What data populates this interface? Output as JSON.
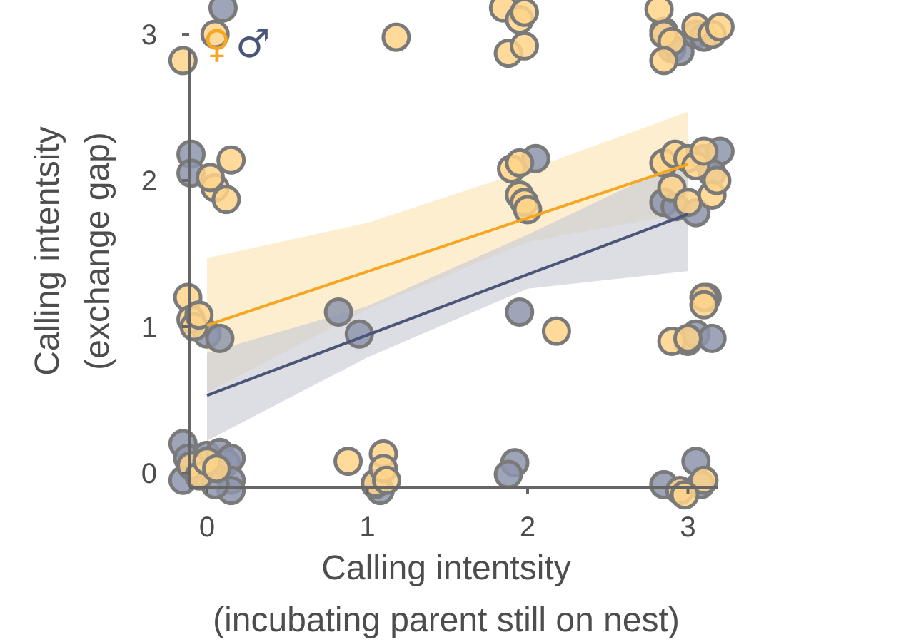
{
  "chart_data": {
    "type": "scatter",
    "x_label_lines": [
      "Calling intentsity",
      "(incubating parent still on nest)"
    ],
    "y_label_lines": [
      "Calling intentsity",
      "(exchange gap)"
    ],
    "x_ticks": [
      "0",
      "1",
      "2",
      "3"
    ],
    "y_ticks": [
      "0",
      "1",
      "2",
      "3"
    ],
    "xlim": [
      -0.2,
      3.3
    ],
    "ylim": [
      -0.2,
      3.2
    ],
    "legend_placement": "top-left",
    "colors": {
      "female": "#f5a623",
      "male": "#4a5578",
      "point_stroke": "#7a7a7a",
      "axis": "#666666"
    },
    "series": [
      {
        "name": "♀",
        "color": "#f5a623",
        "fit": {
          "x": [
            0,
            3
          ],
          "y": [
            1.01,
            2.11
          ]
        },
        "band": {
          "x": [
            0,
            1,
            2,
            3
          ],
          "lower": [
            0.55,
            1.12,
            1.58,
            1.78
          ],
          "upper": [
            1.47,
            1.71,
            2.07,
            2.47
          ]
        },
        "points": [
          [
            -0.15,
            2.82
          ],
          [
            -0.12,
            1.2
          ],
          [
            -0.1,
            1.05
          ],
          [
            -0.08,
            1.0
          ],
          [
            -0.05,
            1.08
          ],
          [
            -0.1,
            0.05
          ],
          [
            -0.05,
            -0.02
          ],
          [
            0.0,
            0.08
          ],
          [
            0.05,
            1.95
          ],
          [
            0.02,
            2.02
          ],
          [
            0.12,
            1.87
          ],
          [
            0.15,
            2.14
          ],
          [
            0.05,
            3.0
          ],
          [
            0.06,
            0.03
          ],
          [
            1.18,
            2.98
          ],
          [
            0.88,
            0.08
          ],
          [
            1.05,
            -0.07
          ],
          [
            1.1,
            0.13
          ],
          [
            1.1,
            0.03
          ],
          [
            1.12,
            -0.05
          ],
          [
            1.85,
            3.18
          ],
          [
            1.95,
            3.1
          ],
          [
            1.98,
            3.15
          ],
          [
            1.88,
            2.87
          ],
          [
            1.98,
            2.92
          ],
          [
            1.9,
            2.08
          ],
          [
            1.95,
            2.12
          ],
          [
            1.95,
            1.9
          ],
          [
            1.98,
            1.85
          ],
          [
            2.0,
            1.8
          ],
          [
            2.18,
            0.97
          ],
          [
            2.82,
            3.17
          ],
          [
            2.85,
            3.0
          ],
          [
            2.9,
            2.95
          ],
          [
            2.85,
            2.82
          ],
          [
            3.05,
            3.05
          ],
          [
            3.15,
            3.0
          ],
          [
            3.2,
            3.05
          ],
          [
            2.85,
            2.12
          ],
          [
            2.92,
            2.18
          ],
          [
            3.0,
            2.15
          ],
          [
            3.05,
            2.1
          ],
          [
            2.9,
            1.95
          ],
          [
            3.0,
            1.85
          ],
          [
            3.15,
            1.9
          ],
          [
            3.18,
            2.0
          ],
          [
            3.1,
            2.2
          ],
          [
            3.1,
            1.2
          ],
          [
            3.1,
            1.15
          ],
          [
            2.9,
            0.9
          ],
          [
            3.0,
            0.92
          ],
          [
            3.1,
            -0.05
          ],
          [
            2.95,
            -0.12
          ],
          [
            2.98,
            -0.15
          ]
        ]
      },
      {
        "name": "♂",
        "color": "#4a5578",
        "fit": {
          "x": [
            0,
            3
          ],
          "y": [
            0.53,
            1.77
          ]
        },
        "band": {
          "x": [
            0,
            1,
            2,
            3
          ],
          "lower": [
            0.22,
            0.79,
            1.26,
            1.38
          ],
          "upper": [
            0.82,
            1.14,
            1.63,
            2.15
          ]
        },
        "points": [
          [
            0.1,
            3.18
          ],
          [
            -0.1,
            2.18
          ],
          [
            -0.1,
            2.05
          ],
          [
            0.0,
            0.95
          ],
          [
            0.08,
            0.92
          ],
          [
            -0.15,
            0.2
          ],
          [
            -0.12,
            0.1
          ],
          [
            -0.1,
            0.05
          ],
          [
            -0.05,
            0.0
          ],
          [
            0.0,
            0.12
          ],
          [
            0.08,
            0.14
          ],
          [
            0.12,
            0.07
          ],
          [
            0.15,
            0.1
          ],
          [
            0.15,
            -0.05
          ],
          [
            0.15,
            -0.12
          ],
          [
            0.05,
            -0.08
          ],
          [
            -0.15,
            -0.05
          ],
          [
            0.82,
            1.1
          ],
          [
            0.95,
            0.95
          ],
          [
            1.08,
            -0.12
          ],
          [
            1.05,
            -0.08
          ],
          [
            1.95,
            1.1
          ],
          [
            2.05,
            2.15
          ],
          [
            1.92,
            0.07
          ],
          [
            1.88,
            -0.01
          ],
          [
            2.85,
            3.02
          ],
          [
            2.9,
            2.9
          ],
          [
            2.95,
            2.88
          ],
          [
            3.05,
            3.0
          ],
          [
            3.1,
            2.98
          ],
          [
            2.85,
            1.85
          ],
          [
            2.92,
            1.82
          ],
          [
            3.05,
            1.78
          ],
          [
            3.1,
            2.15
          ],
          [
            3.2,
            2.2
          ],
          [
            3.15,
            2.05
          ],
          [
            3.12,
            1.2
          ],
          [
            3.0,
            0.9
          ],
          [
            3.05,
            0.95
          ],
          [
            3.15,
            0.92
          ],
          [
            3.05,
            0.08
          ],
          [
            2.85,
            -0.08
          ],
          [
            2.95,
            -0.12
          ],
          [
            3.08,
            -0.08
          ]
        ]
      }
    ]
  }
}
